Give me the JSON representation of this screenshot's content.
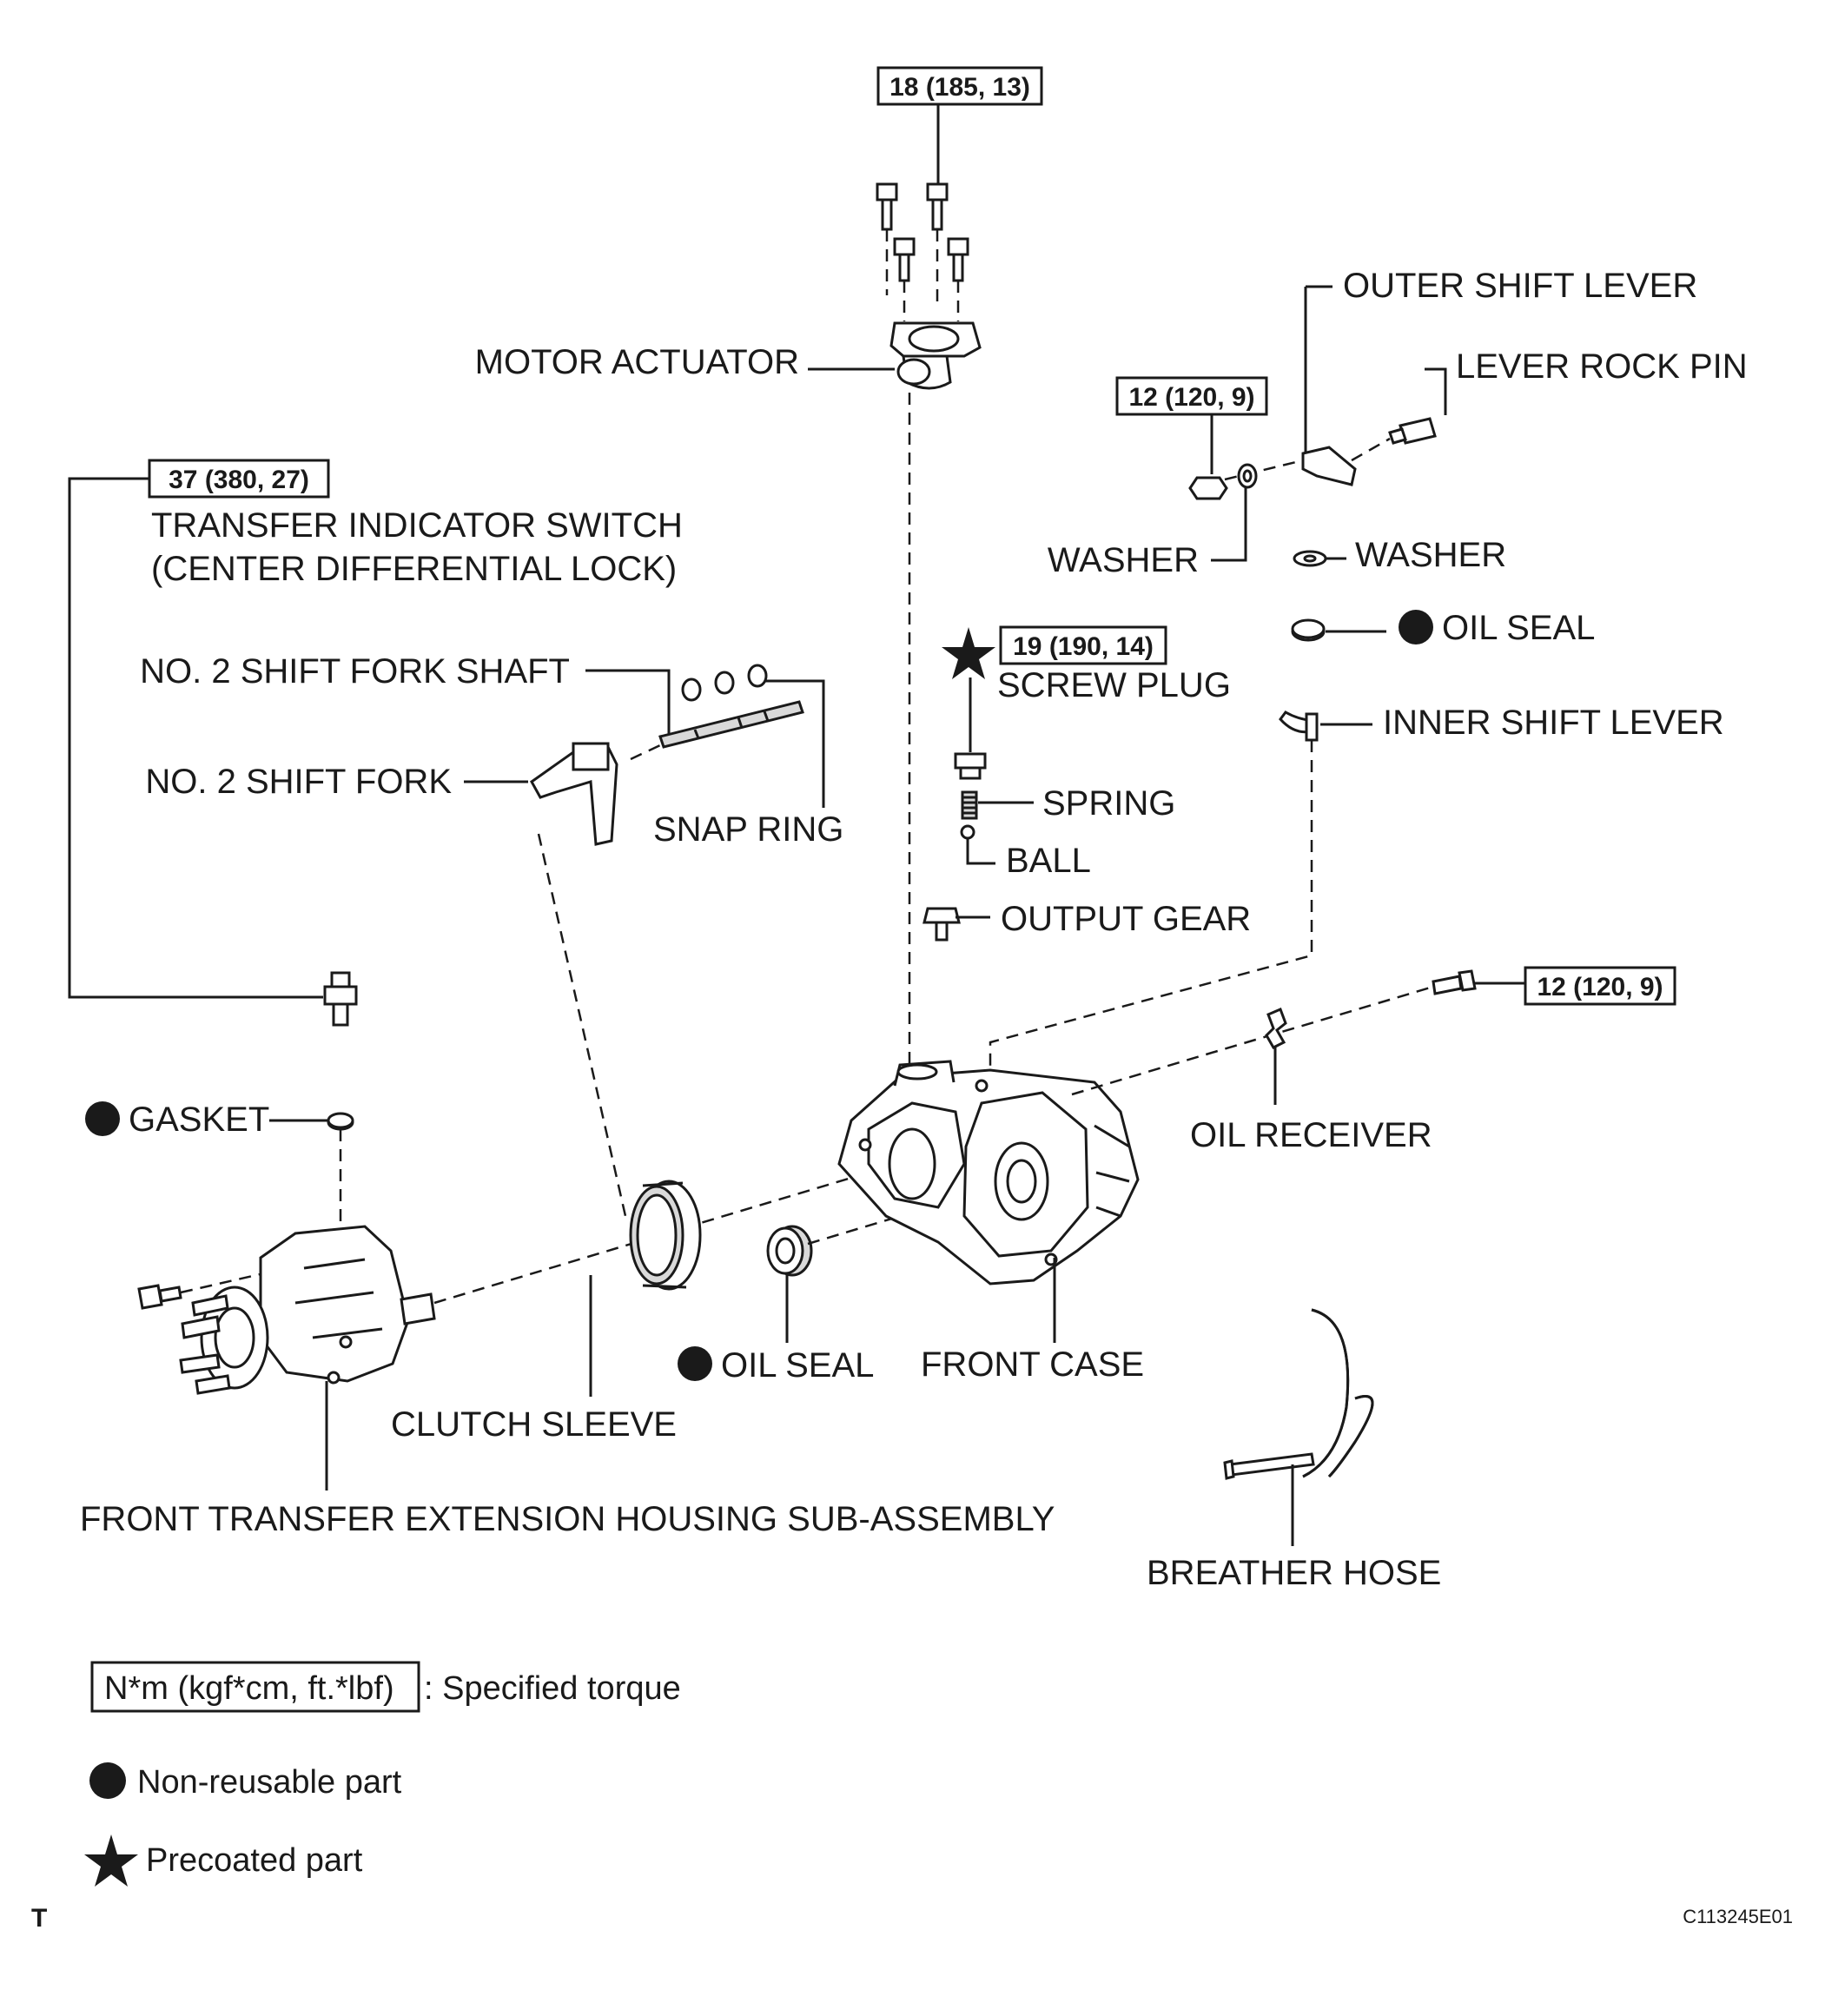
{
  "labels": {
    "motor_actuator": "MOTOR ACTUATOR",
    "outer_shift_lever": "OUTER SHIFT LEVER",
    "lever_rock_pin": "LEVER ROCK PIN",
    "transfer_indicator_switch_1": "TRANSFER INDICATOR SWITCH",
    "transfer_indicator_switch_2": "(CENTER DIFFERENTIAL LOCK)",
    "washer_1": "WASHER",
    "washer_2": "WASHER",
    "oil_seal_upper": "OIL SEAL",
    "screw_plug": "SCREW PLUG",
    "no2_shift_fork_shaft": "NO. 2 SHIFT FORK SHAFT",
    "inner_shift_lever": "INNER SHIFT LEVER",
    "no2_shift_fork": "NO. 2 SHIFT FORK",
    "spring": "SPRING",
    "snap_ring": "SNAP RING",
    "ball": "BALL",
    "output_gear": "OUTPUT GEAR",
    "gasket": "GASKET",
    "oil_receiver": "OIL RECEIVER",
    "oil_seal_lower": "OIL SEAL",
    "front_case": "FRONT CASE",
    "clutch_sleeve": "CLUTCH SLEEVE",
    "front_transfer_extension_housing": "FRONT TRANSFER EXTENSION HOUSING SUB-ASSEMBLY",
    "breather_hose": "BREATHER HOSE"
  },
  "torques": {
    "motor_actuator_bolts": "18 (185, 13)",
    "transfer_indicator_switch": "37 (380, 27)",
    "lever_nut": "12 (120, 9)",
    "screw_plug": "19 (190, 14)",
    "oil_receiver_bolt": "12 (120, 9)"
  },
  "legend": {
    "torque_unit": "N*m (kgf*cm, ft.*lbf)",
    "torque_desc": ": Specified torque",
    "non_reusable": "Non-reusable part",
    "precoated": "Precoated part"
  },
  "footer": {
    "corner_mark": "T",
    "figure_code": "C113245E01"
  },
  "colors": {
    "ink": "#1a1a1a",
    "paper": "#ffffff",
    "shade": "#d9d9d9"
  }
}
